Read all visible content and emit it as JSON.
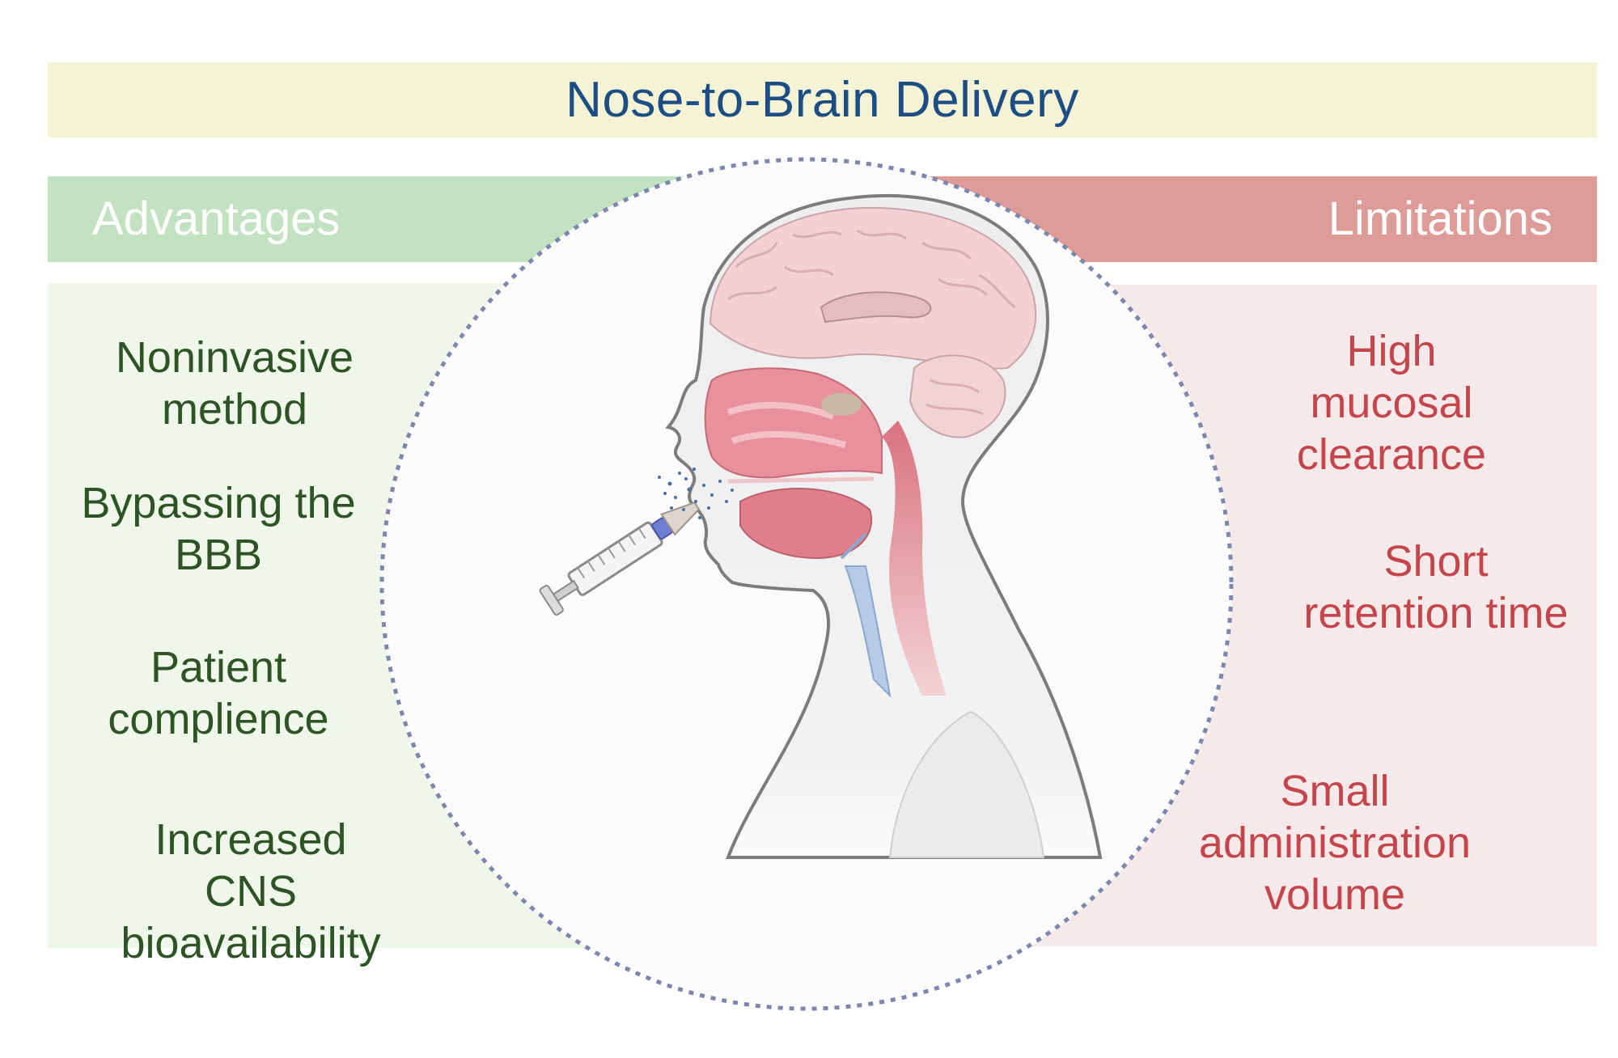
{
  "title": "Nose-to-Brain Delivery",
  "advantages": {
    "header": "Advantages",
    "items": [
      "Noninvasive\nmethod",
      "Bypassing the\nBBB",
      "Patient\ncomplience",
      "Increased\nCNS\nbioavailability"
    ]
  },
  "limitations": {
    "header": "Limitations",
    "items": [
      "High\nmucosal\nclearance",
      "Short\nretention time",
      "Small\nadministration\nvolume"
    ]
  },
  "colors": {
    "title_text": "#1d4e83",
    "title_band": "#f4f3d6",
    "advantages_header": "#c3e2c2",
    "advantages_panel": "#eef7ea",
    "advantages_text": "#2e5325",
    "limitations_header": "#de9c99",
    "limitations_panel": "#f6e9ea",
    "limitations_text": "#c4454b",
    "circle_outline": "#7d86ad"
  },
  "icons": [
    "human-head-illustration",
    "brain-icon",
    "nasal-spray-syringe-icon",
    "spray-droplets-icon"
  ]
}
